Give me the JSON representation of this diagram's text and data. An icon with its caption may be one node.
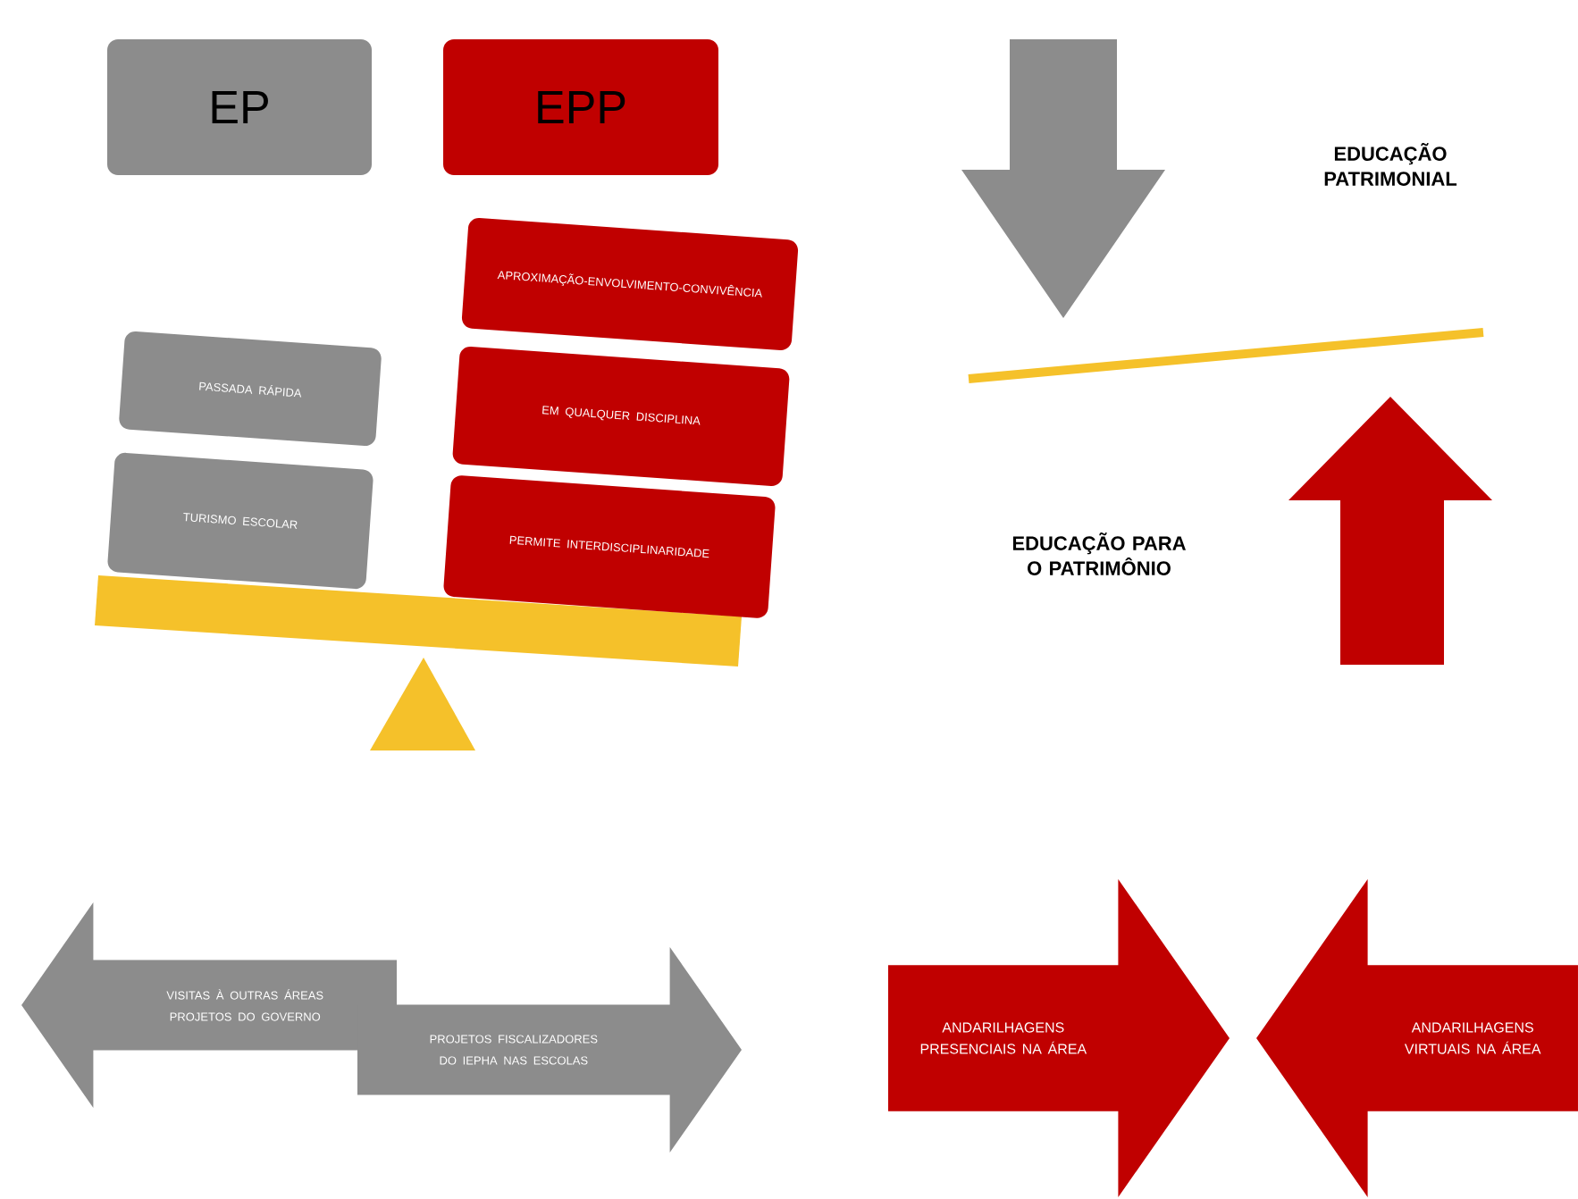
{
  "diagram": {
    "nodes": [
      {
        "text": [
          "EP"
        ]
      },
      {
        "text": [
          "EPP"
        ]
      },
      {
        "text": [
          "APROXIMAÇÃO-ENVOLVIMENTO-CONVIVÊNCIA"
        ]
      },
      {
        "text": [
          "PASSADA RÁPIDA"
        ]
      },
      {
        "text": [
          "EM QUALQUER DISCIPLINA"
        ]
      },
      {
        "text": [
          "TURISMO ESCOLAR"
        ]
      },
      {
        "text": [
          "PERMITE INTERDISCIPLINARIDADE"
        ]
      },
      {
        "text": [
          "VISITAS À OUTRAS ÁREAS PROJETOS DO GOVERNO"
        ]
      },
      {
        "text": [
          "PROJETOS FISCALIZADORES DO IEPHA NAS ESCOLAS"
        ]
      },
      {
        "text": [
          "ANDARILHAGENS PRESENCIAIS NA ÁREA"
        ]
      },
      {
        "text": [
          "ANDARILHAGENS VIRTUAIS NA ÁREA"
        ]
      }
    ],
    "labels": [
      "EDUCAÇÃO PATRIMONIAL",
      "EDUCAÇÃO PARA O PATRIMÔNIO"
    ]
  }
}
